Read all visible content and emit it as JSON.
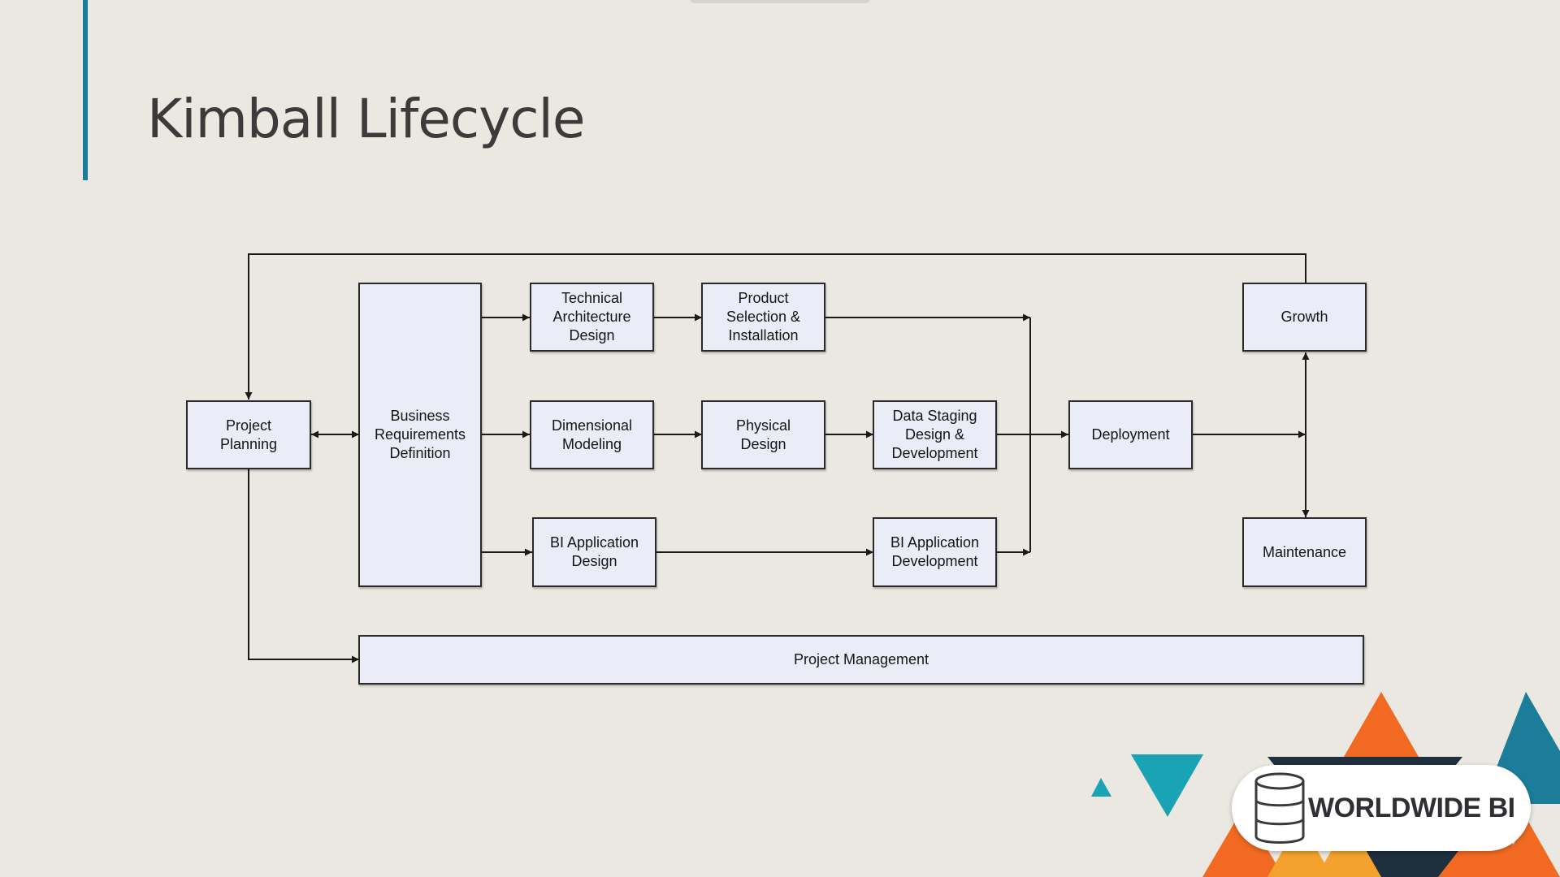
{
  "slide": {
    "title": "Kimball Lifecycle"
  },
  "diagram": {
    "nodes": {
      "project_planning": "Project\nPlanning",
      "business_requirements": "Business\nRequirements\nDefinition",
      "technical_architecture": "Technical\nArchitecture\nDesign",
      "product_selection": "Product\nSelection &\nInstallation",
      "dimensional_modeling": "Dimensional\nModeling",
      "physical_design": "Physical\nDesign",
      "data_staging": "Data Staging\nDesign &\nDevelopment",
      "bi_application_design": "BI Application\nDesign",
      "bi_application_development": "BI Application\nDevelopment",
      "deployment": "Deployment",
      "growth": "Growth",
      "maintenance": "Maintenance",
      "project_management": "Project Management"
    }
  },
  "brand": {
    "logo_text": "WORLDWIDE BI",
    "colors": {
      "accent": "#1b7d99",
      "orange": "#f26a21",
      "teal": "#1aa3b5",
      "navy": "#1f2f3d"
    }
  }
}
